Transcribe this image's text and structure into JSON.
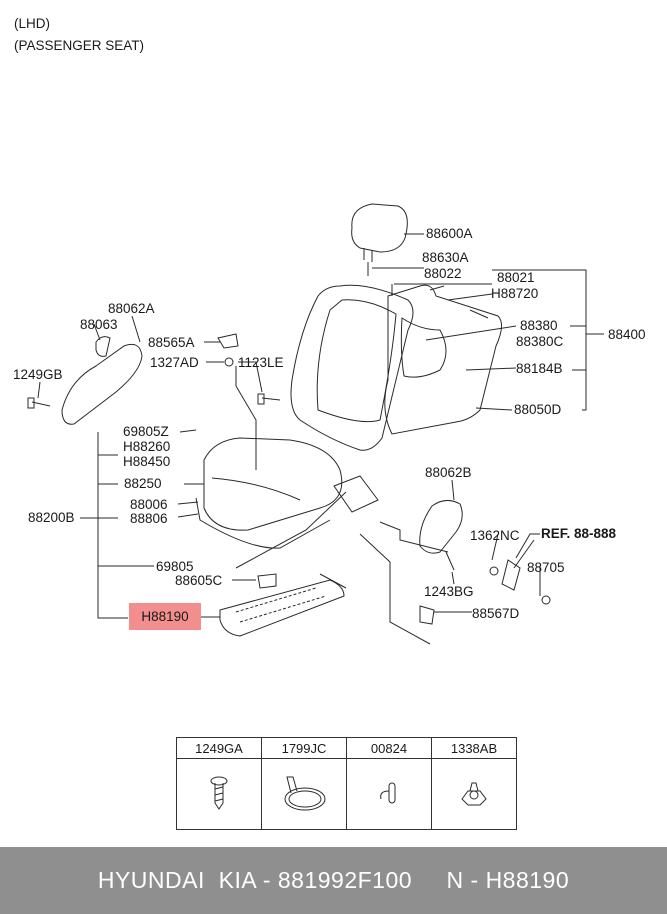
{
  "header": {
    "line1": "(LHD)",
    "line2": "(PASSENGER SEAT)"
  },
  "ref_label": "REF. 88-888",
  "parts": [
    {
      "id": "p88600A",
      "code": "88600A"
    },
    {
      "id": "p88630A",
      "code": "88630A"
    },
    {
      "id": "p88022",
      "code": "88022"
    },
    {
      "id": "p88021",
      "code": "88021"
    },
    {
      "id": "pH88720",
      "code": "H88720"
    },
    {
      "id": "p88380",
      "code": "88380"
    },
    {
      "id": "p88380C",
      "code": "88380C"
    },
    {
      "id": "p88400",
      "code": "88400"
    },
    {
      "id": "p88184B",
      "code": "88184B"
    },
    {
      "id": "p88050D",
      "code": "88050D"
    },
    {
      "id": "p88062A",
      "code": "88062A"
    },
    {
      "id": "p88063",
      "code": "88063"
    },
    {
      "id": "p88565A",
      "code": "88565A"
    },
    {
      "id": "p1327AD",
      "code": "1327AD"
    },
    {
      "id": "p1123LE",
      "code": "1123LE"
    },
    {
      "id": "p1249GB",
      "code": "1249GB"
    },
    {
      "id": "p69805Z",
      "code": "69805Z"
    },
    {
      "id": "pH88260",
      "code": "H88260"
    },
    {
      "id": "pH88450",
      "code": "H88450"
    },
    {
      "id": "p88250",
      "code": "88250"
    },
    {
      "id": "p88200B",
      "code": "88200B"
    },
    {
      "id": "p88006",
      "code": "88006"
    },
    {
      "id": "p88806",
      "code": "88806"
    },
    {
      "id": "p88062B",
      "code": "88062B"
    },
    {
      "id": "p1362NC",
      "code": "1362NC"
    },
    {
      "id": "p69805",
      "code": "69805"
    },
    {
      "id": "p88605C",
      "code": "88605C"
    },
    {
      "id": "p1243BG",
      "code": "1243BG"
    },
    {
      "id": "p88705",
      "code": "88705"
    },
    {
      "id": "p88567D",
      "code": "88567D"
    },
    {
      "id": "pH88190",
      "code": "H88190"
    }
  ],
  "legend": [
    "1249GA",
    "1799JC",
    "00824",
    "1338AB"
  ],
  "footer": {
    "brand": "HYUNDAI  KIA - 881992F100",
    "part": "N - H88190"
  },
  "colors": {
    "highlight": "#f28e8e",
    "footer_bg": "#8f8f8f"
  }
}
